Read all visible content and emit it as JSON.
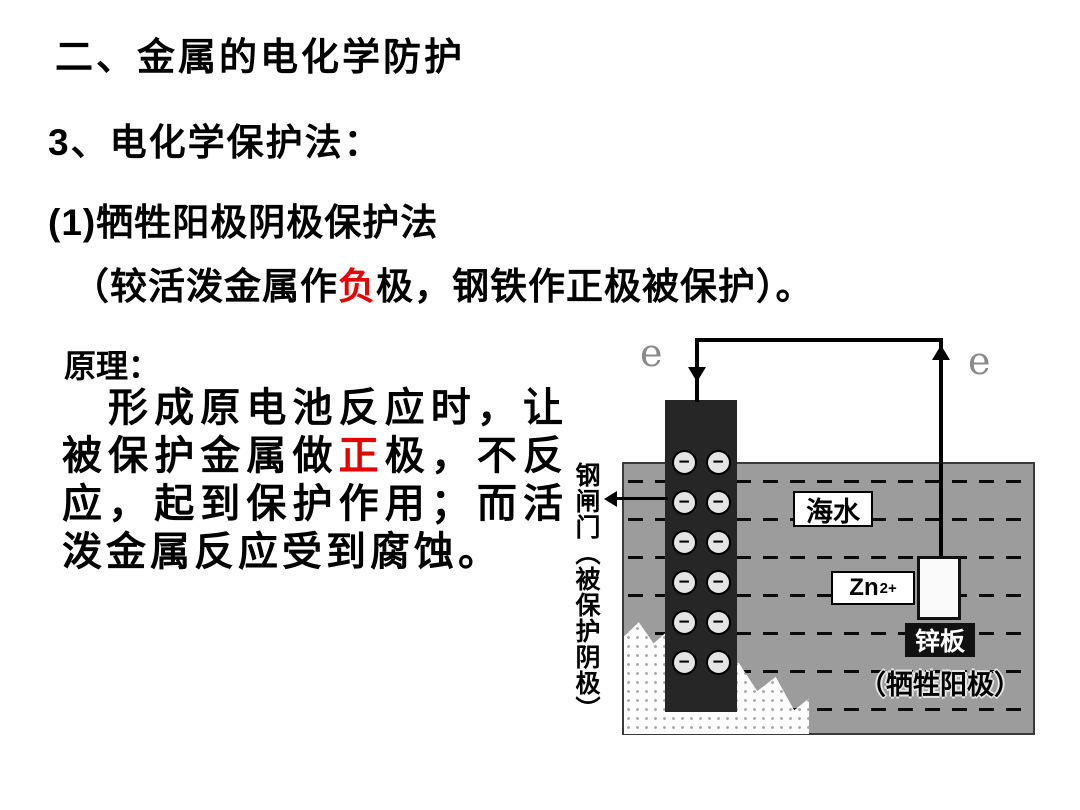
{
  "colors": {
    "emphasis_red": "#e60000",
    "seawater_gray": "#9c9c9c"
  },
  "slide": {
    "title": "二、金属的电化学防护",
    "method_line": "3、电化学保护法：",
    "item_line": "(1)牺牲阳极阴极保护法",
    "paren_note": {
      "pre": "（较活泼金属作",
      "emphasis": "负",
      "post": "极，钢铁作正极被保护）。"
    },
    "principle": {
      "label": "原理：",
      "body_pre": "形成原电池反应时，让被保护金属做",
      "emphasis": "正",
      "body_post": "极，不反应，起到保护作用；而活泼金属反应受到腐蚀。"
    }
  },
  "diagram": {
    "electron_left": "e",
    "electron_right": "e",
    "seawater_label": "海水",
    "zinc_ion": {
      "base": "Zn",
      "charge": "2+"
    },
    "zinc_plate_label": "锌板",
    "sacrificial_anode_label": "（牺牲阳极）",
    "steel_gate_label": "钢闸门（被保护阴极）",
    "electrode_charge_symbol": "−"
  }
}
